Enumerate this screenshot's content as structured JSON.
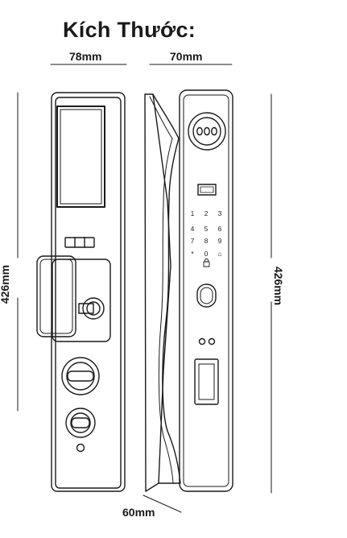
{
  "title": "Kích Thước:",
  "dimensions": {
    "width_front": "78mm",
    "width_side": "70mm",
    "height_left": "426mm",
    "height_right": "426mm",
    "depth": "60mm"
  },
  "keypad": {
    "rows": [
      [
        "1",
        "2",
        "3"
      ],
      [
        "4",
        "5",
        "6"
      ],
      [
        "7",
        "8",
        "9"
      ],
      [
        "*",
        "0",
        "⌂"
      ]
    ]
  }
}
